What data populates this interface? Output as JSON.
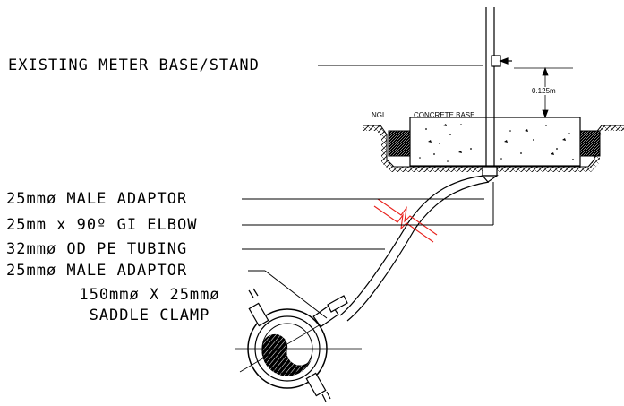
{
  "labels": {
    "meter_base": "EXISTING METER BASE/STAND",
    "male_adaptor_top": "25mmø MALE ADAPTOR",
    "gi_elbow": "25mm x 90º GI ELBOW",
    "pe_tubing": "32mmø OD PE TUBING",
    "male_adaptor_bottom": "25mmø MALE ADAPTOR",
    "saddle_clamp_line1": "150mmø X 25mmø",
    "saddle_clamp_line2": "SADDLE CLAMP",
    "ngl": "NGL",
    "concrete_base": "CONCRETE BASE",
    "dimension": "0.125m"
  },
  "colors": {
    "line": "#000000",
    "break_mark": "#e8211c",
    "hatch": "#000000"
  }
}
